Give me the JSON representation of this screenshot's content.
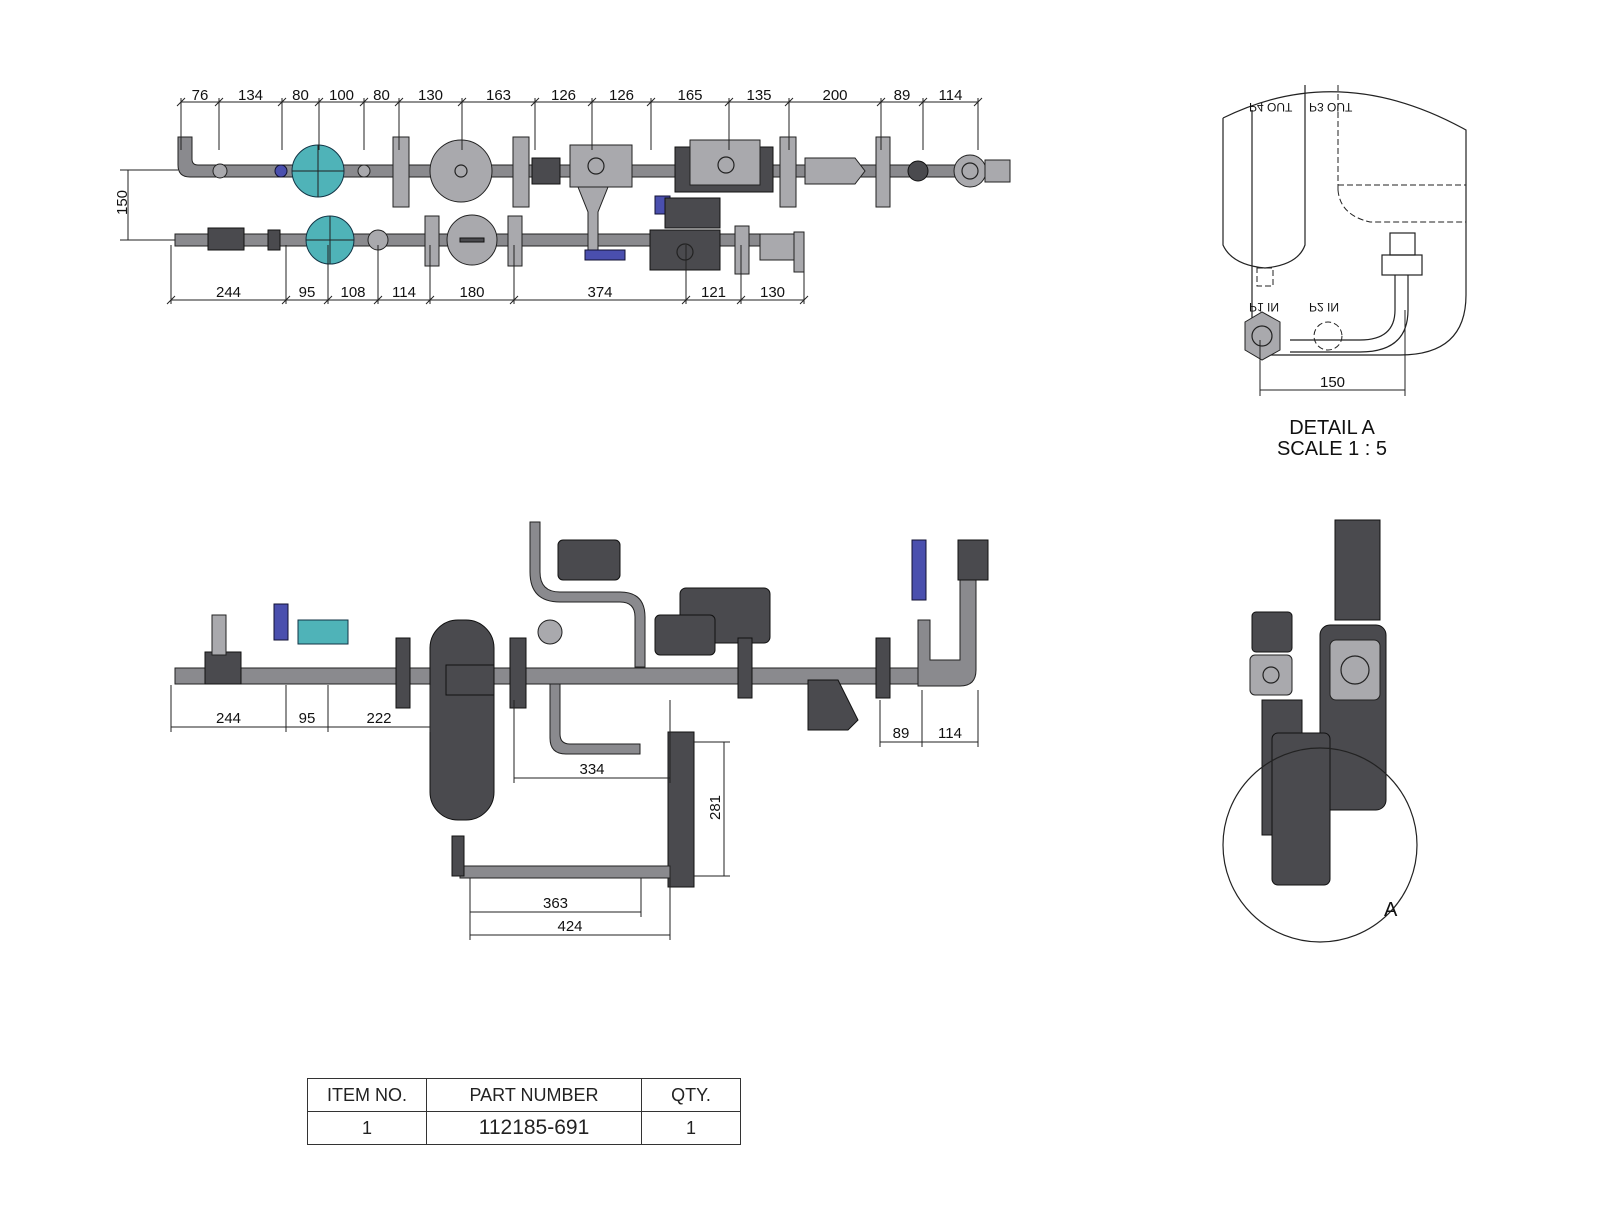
{
  "top_view": {
    "top_dims": [
      "76",
      "134",
      "80",
      "100",
      "80",
      "130",
      "163",
      "126",
      "126",
      "165",
      "135",
      "200",
      "89",
      "114"
    ],
    "bottom_dims": [
      "244",
      "95",
      "108",
      "114",
      "180",
      "374",
      "121",
      "130"
    ],
    "vertical_dim": "150"
  },
  "detail_a": {
    "port_labels": [
      "P4 OUT",
      "P3 OUT",
      "P1 IN",
      "P2 IN"
    ],
    "dim": "150",
    "title": "DETAIL A",
    "scale": "SCALE 1 : 5"
  },
  "front_view": {
    "dims_left": [
      "244",
      "95",
      "222"
    ],
    "dims_right": [
      "89",
      "114"
    ],
    "dim_334": "334",
    "dim_281": "281",
    "dim_363": "363",
    "dim_424": "424"
  },
  "side_view": {
    "detail_label": "A"
  },
  "bom": {
    "headers": [
      "ITEM NO.",
      "PART NUMBER",
      "QTY."
    ],
    "rows": [
      {
        "item": "1",
        "part": "112185-691",
        "qty": "1"
      }
    ]
  }
}
